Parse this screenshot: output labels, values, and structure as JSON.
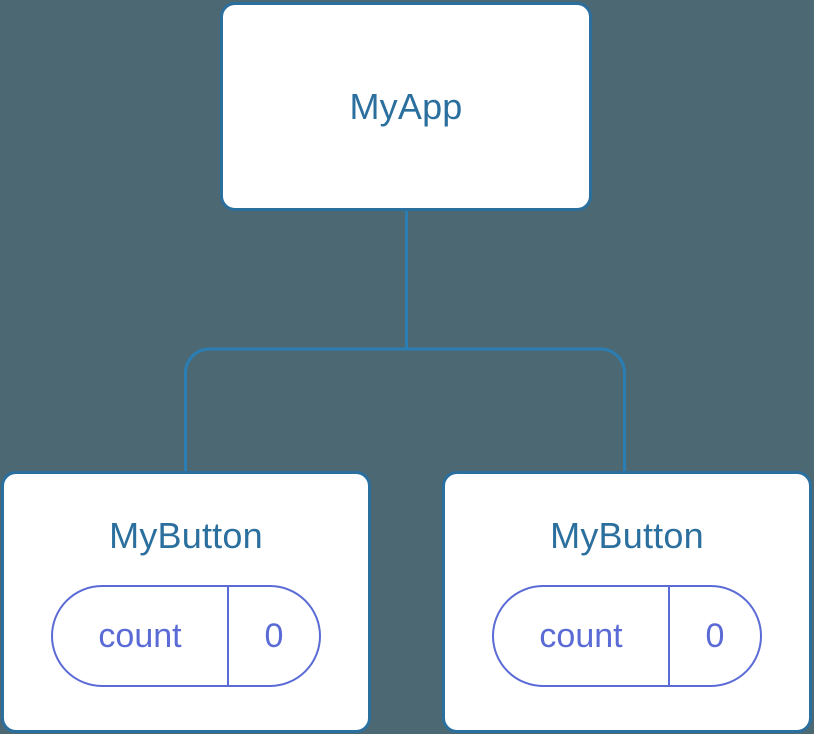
{
  "diagram": {
    "type": "component-tree",
    "background_color": "#4c6873",
    "node_border_color": "#2b6f9e",
    "node_title_color": "#2b6f9e",
    "connector_color": "#2b7eb3",
    "pill_color": "#5b6bd6",
    "root": {
      "title": "MyApp"
    },
    "children": [
      {
        "title": "MyButton",
        "state": {
          "key": "count",
          "value": "0"
        }
      },
      {
        "title": "MyButton",
        "state": {
          "key": "count",
          "value": "0"
        }
      }
    ]
  }
}
